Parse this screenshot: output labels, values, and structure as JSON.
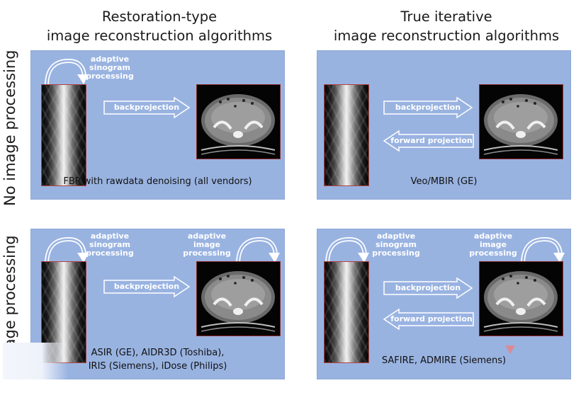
{
  "columns": [
    {
      "title_line1": "Restoration-type",
      "title_line2": "image reconstruction algorithms"
    },
    {
      "title_line1": "True iterative",
      "title_line2": "image reconstruction algorithms"
    }
  ],
  "rows": [
    {
      "label": "No image processing"
    },
    {
      "label": "image processing"
    }
  ],
  "labels": {
    "adaptive_sinogram": [
      "adaptive",
      "sinogram",
      "processing"
    ],
    "adaptive_image": [
      "adaptive",
      "image",
      "processing"
    ],
    "backprojection": "backprojection",
    "forward_projection": "forward projection"
  },
  "panels": {
    "top_left": {
      "caption_line1": "FBP with rawdata denoising (all vendors)"
    },
    "top_right": {
      "caption_line1": "Veo/MBIR (GE)"
    },
    "bottom_left": {
      "caption_line1": "ASIR (GE), AIDR3D (Toshiba),",
      "caption_line2": "IRIS (Siemens), iDose (Philips)"
    },
    "bottom_right": {
      "caption_line1": "SAFIRE, ADMIRE (Siemens)"
    }
  },
  "colors": {
    "panel_background": "#99b3e1",
    "ct_frame": "#8c2a2a",
    "arrow_outline": "#ffffff"
  },
  "icons": [
    "curved-arrow-icon",
    "right-arrow-icon",
    "left-arrow-icon"
  ]
}
